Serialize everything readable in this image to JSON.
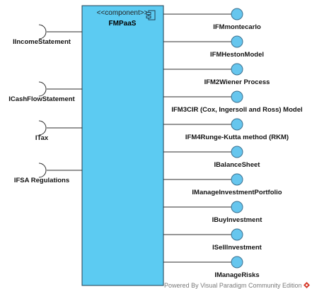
{
  "component": {
    "stereotype": "<<component>>",
    "name": "FMPaaS",
    "icon": "component-icon"
  },
  "required_interfaces": [
    {
      "label": "IIncomeStatement"
    },
    {
      "label": "ICashFlowStatement"
    },
    {
      "label": "ITax"
    },
    {
      "label": "IFSA Regulations"
    }
  ],
  "provided_interfaces": [
    {
      "label": "IFMmontecarlo"
    },
    {
      "label": "IFMHestonModel"
    },
    {
      "label": "IFM2Wiener Process"
    },
    {
      "label": "IFM3CIR (Cox, Ingersoll and Ross) Model"
    },
    {
      "label": "IFM4Runge-Kutta method (RKM)"
    },
    {
      "label": "IBalanceSheet"
    },
    {
      "label": "IManageInvestmentPortfolio"
    },
    {
      "label": "IBuyInvestment"
    },
    {
      "label": "ISellInvestment"
    },
    {
      "label": "IManageRisks"
    }
  ],
  "watermark": {
    "text": "Powered By  Visual Paradigm Community Edition",
    "icon": "visual-paradigm-logo-icon"
  },
  "colors": {
    "component_fill": "#5ccbf2",
    "component_border": "#1f3f52",
    "lollipop_fill": "#66c6ee",
    "lollipop_stroke": "#3a6f8e",
    "line": "#2c2c2c",
    "logo": "#d63a2a"
  }
}
